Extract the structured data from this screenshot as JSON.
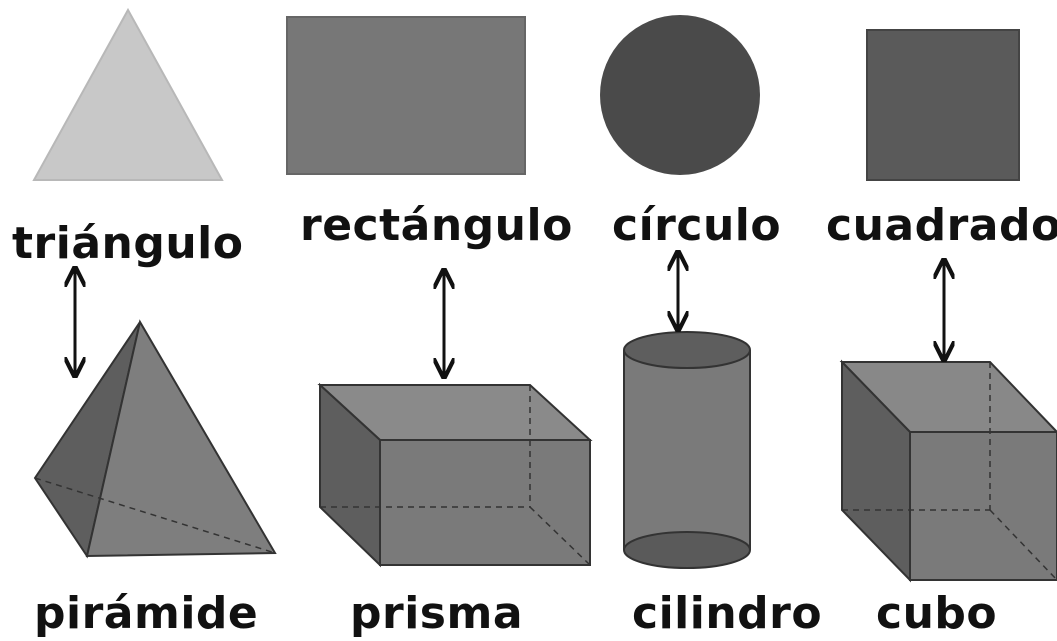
{
  "labels": {
    "triangle": "triángulo",
    "rectangle": "rectángulo",
    "circle": "círculo",
    "square": "cuadrado",
    "pyramid": "pirámide",
    "prism": "prisma",
    "cylinder": "cilindro",
    "cube": "cubo"
  },
  "colors": {
    "triangle_fill": "#c8c8c8",
    "rectangle_fill": "#777777",
    "circle_fill": "#4a4a4a",
    "square_fill": "#5a5a5a",
    "solid_dark": "#5e5e5e",
    "solid_mid": "#7a7a7a",
    "solid_light": "#8c8c8c",
    "edge": "#333333",
    "arrow": "#111111"
  }
}
